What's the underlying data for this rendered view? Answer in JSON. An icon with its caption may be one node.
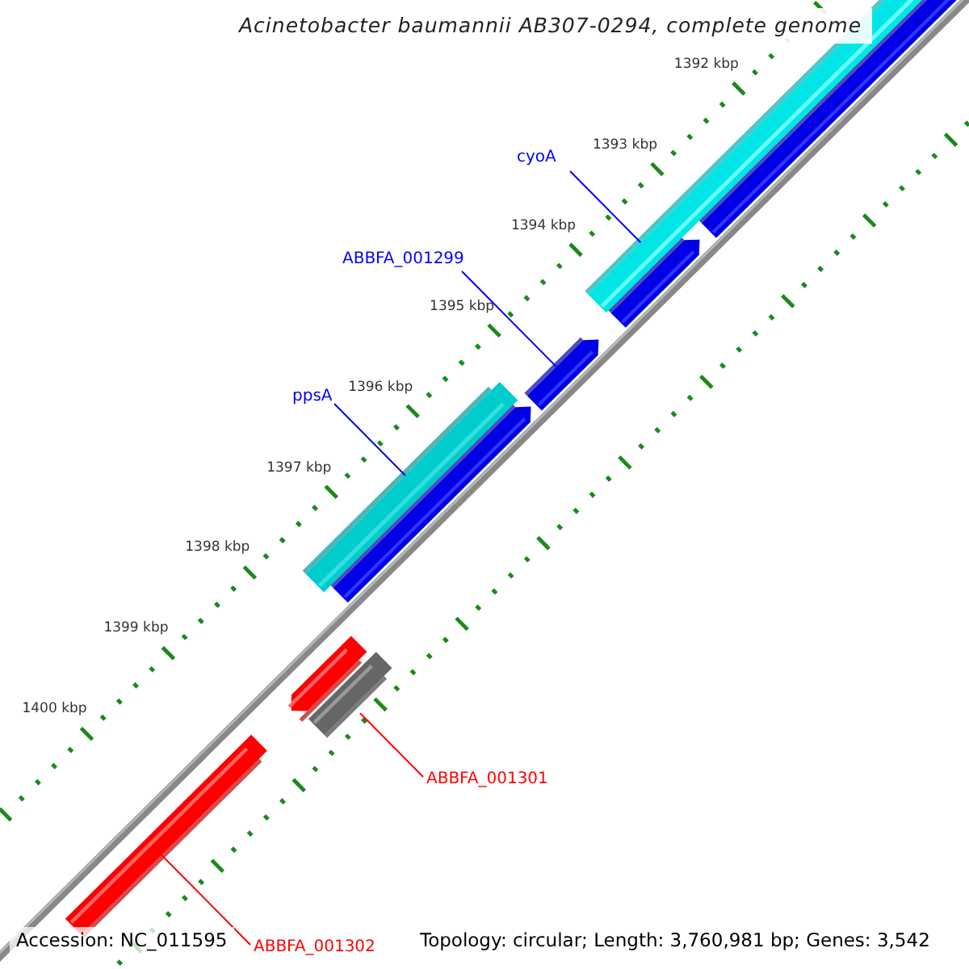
{
  "diagram": {
    "title": "Acinetobacter baumannii AB307-0294, complete genome",
    "nodes": [
      {
        "text": [
          "cyoA"
        ]
      },
      {
        "text": [],
        "shape": "bar"
      },
      {
        "text": [
          "ABBFA_001299"
        ]
      },
      {
        "text": [],
        "shape": "bar"
      },
      {
        "text": [
          "ppsA"
        ]
      },
      {
        "text": [],
        "shape": "bar"
      },
      {
        "text": [
          "ABBFA_001301"
        ]
      },
      {
        "text": [],
        "shape": "bar"
      },
      {
        "text": [
          "ABBFA_001302"
        ]
      },
      {
        "text": [],
        "shape": "bar"
      }
    ],
    "edges": [
      {
        "from": 0,
        "to": 1,
        "arrow": "none"
      },
      {
        "from": 2,
        "to": 3,
        "arrow": "none"
      },
      {
        "from": 4,
        "to": 5,
        "arrow": "none"
      },
      {
        "from": 6,
        "to": 7,
        "arrow": "none",
        "color": "#ff0000"
      },
      {
        "from": 8,
        "to": 9,
        "arrow": "none",
        "color": "#ff0000"
      }
    ],
    "labels": [
      "1392 kbp",
      "1393 kbp",
      "1394 kbp",
      "1395 kbp",
      "1396 kbp",
      "1397 kbp",
      "1398 kbp",
      "1399 kbp",
      "1400 kbp",
      "Accession: NC_011595",
      "Topology: circular; Length: 3,760,981 bp; Genes: 3,542"
    ]
  }
}
